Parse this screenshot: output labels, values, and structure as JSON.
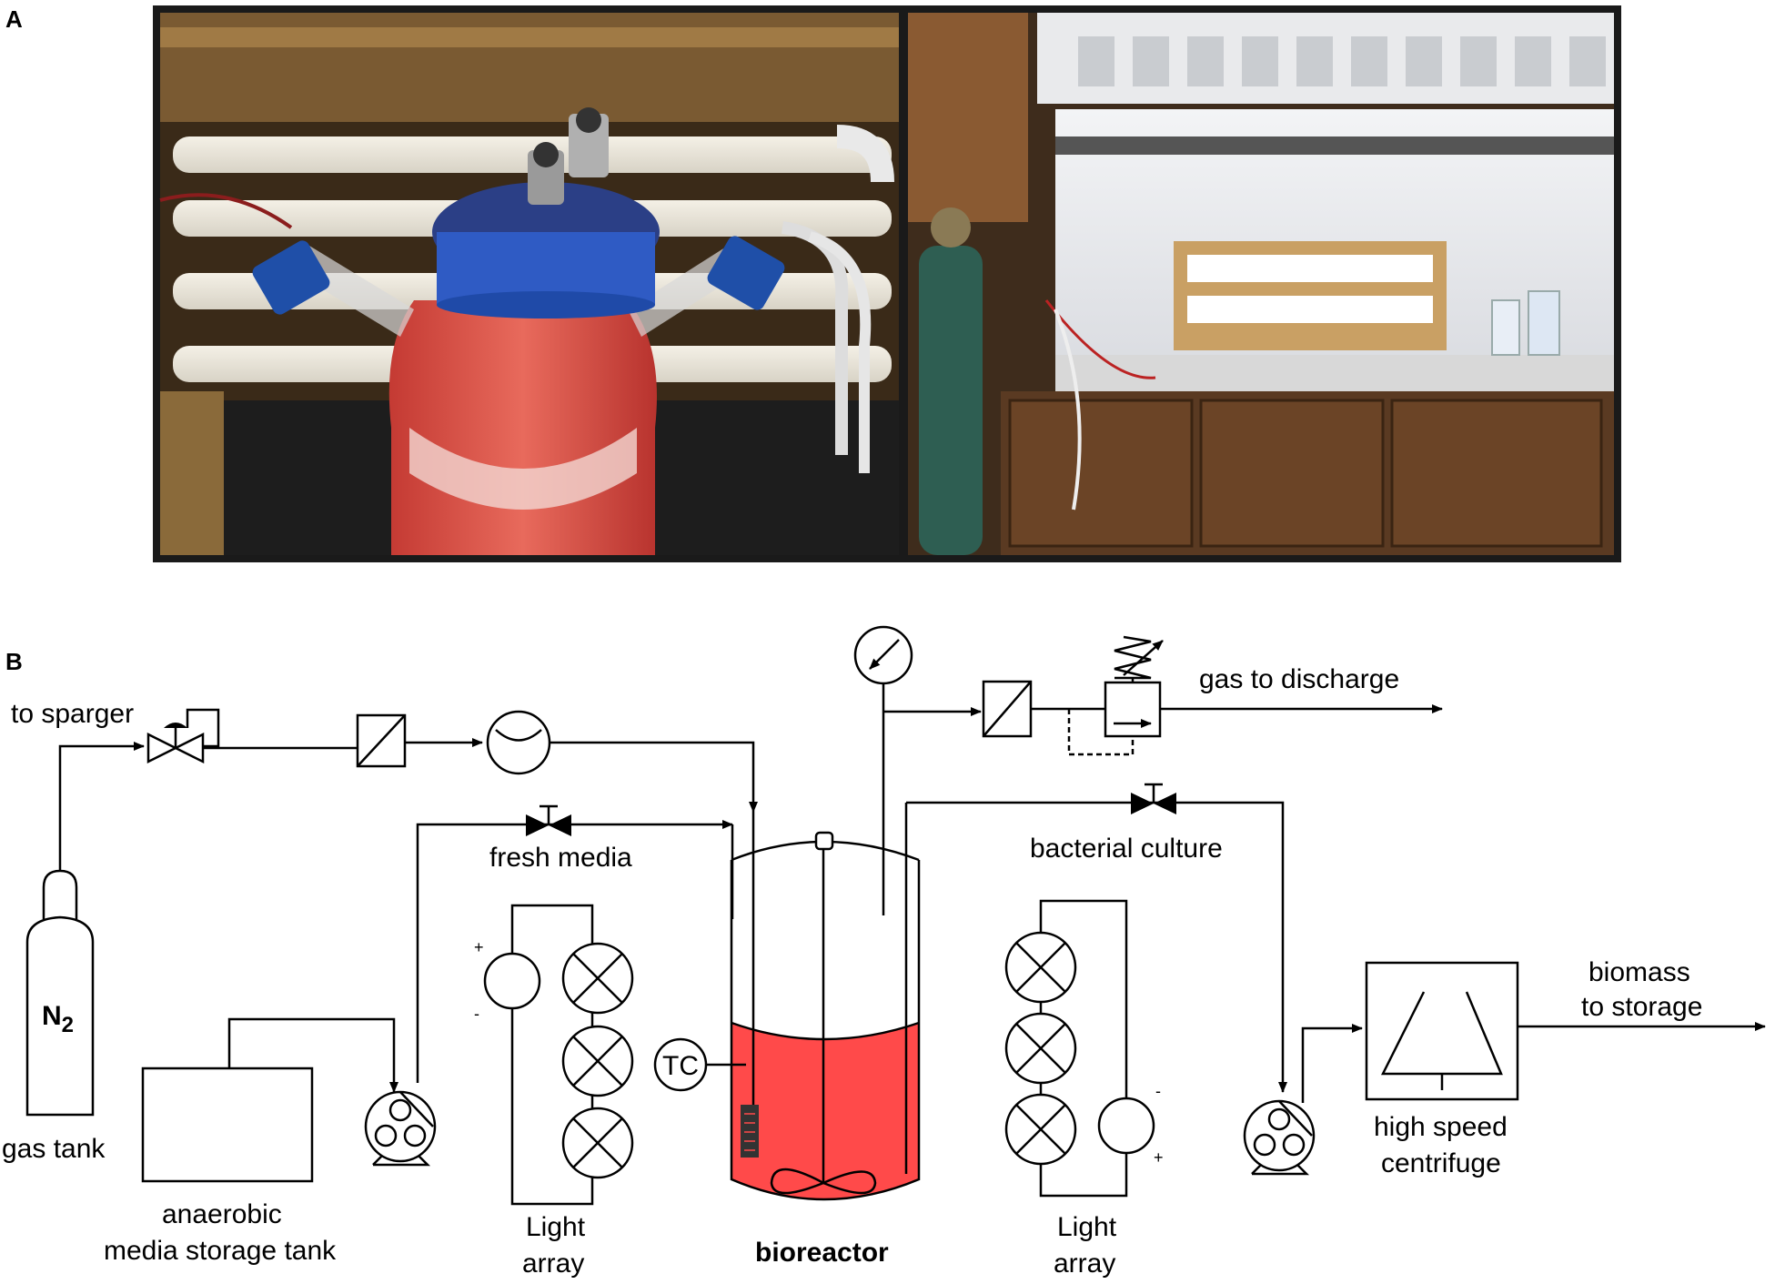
{
  "panels": {
    "a_letter": "A",
    "b_letter": "B"
  },
  "labels": {
    "to_sparger": "to sparger",
    "gas_to_discharge": "gas to discharge",
    "fresh_media": "fresh media",
    "bacterial_culture": "bacterial culture",
    "n2_main": "N",
    "n2_sub": "2",
    "gas_tank": "gas tank",
    "storage_line1": "anaerobic",
    "storage_line2": "media storage tank",
    "light_left_line1": "Light",
    "light_left_line2": "array",
    "light_right_line1": "Light",
    "light_right_line2": "array",
    "bioreactor": "bioreactor",
    "tc": "TC",
    "centrifuge_line1": "high speed",
    "centrifuge_line2": "centrifuge",
    "biomass_line1": "biomass",
    "biomass_line2": "to storage",
    "plus": "+",
    "minus": "-"
  },
  "colors": {
    "media_red": "#ff4a4a",
    "photo_frame": "#111111"
  }
}
